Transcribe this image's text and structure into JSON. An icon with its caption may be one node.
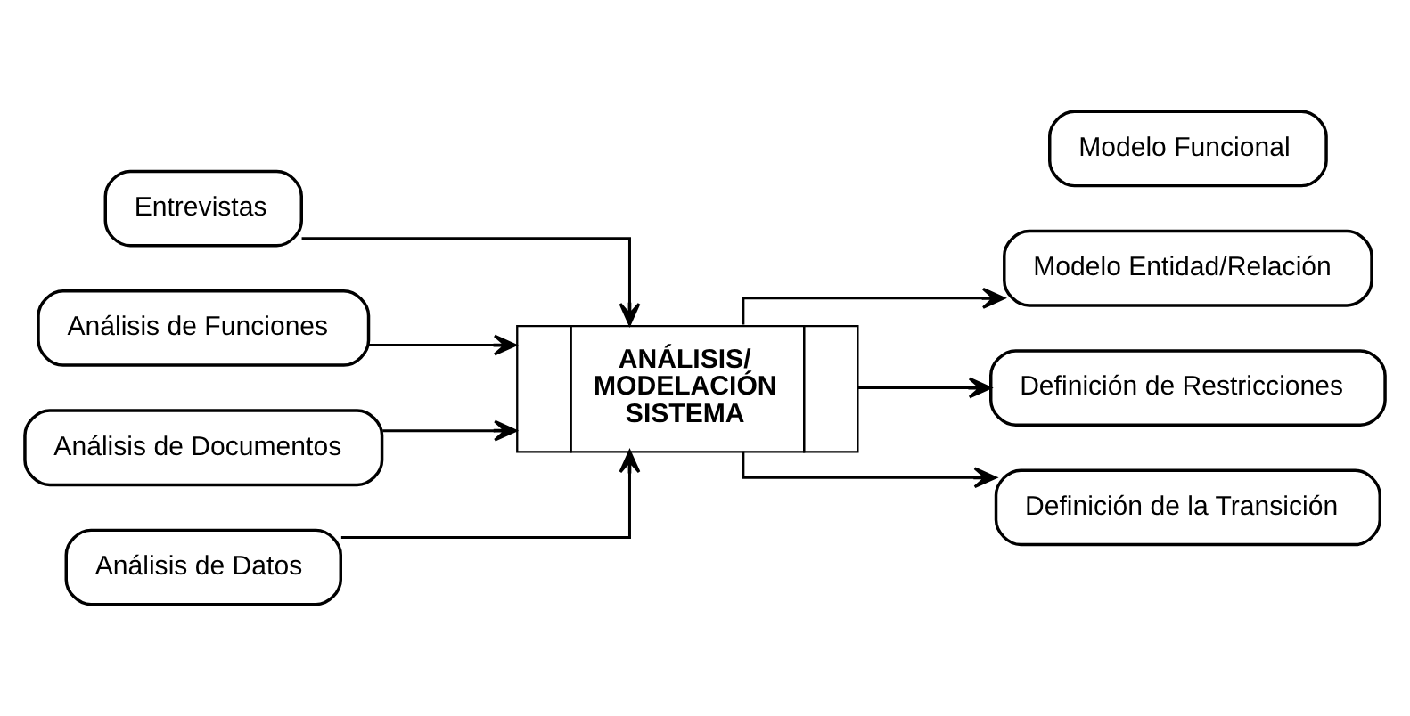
{
  "diagram": {
    "nodes": [
      {
        "text": [
          "Entrevistas"
        ]
      },
      {
        "text": [
          "Análisis de Funciones"
        ]
      },
      {
        "text": [
          "Análisis de Documentos"
        ]
      },
      {
        "text": [
          "Análisis de Datos"
        ]
      },
      {
        "text": [
          "ANÁLISIS/ MODELACIÓN SISTEMA"
        ]
      },
      {
        "text": [
          "Modelo Funcional"
        ]
      },
      {
        "text": [
          "Modelo Entidad/Relación"
        ]
      },
      {
        "text": [
          "Definición de Restricciones"
        ]
      },
      {
        "text": [
          "Definición de la Transición"
        ]
      }
    ],
    "edges": [
      {
        "from": 0,
        "to": 4,
        "arrow": "to"
      },
      {
        "from": 1,
        "to": 4,
        "arrow": "to"
      },
      {
        "from": 2,
        "to": 4,
        "arrow": "to"
      },
      {
        "from": 3,
        "to": 4,
        "arrow": "to"
      },
      {
        "from": 4,
        "to": 6,
        "arrow": "to"
      },
      {
        "from": 4,
        "to": 7,
        "arrow": "to"
      },
      {
        "from": 4,
        "to": 8,
        "arrow": "to"
      }
    ]
  }
}
